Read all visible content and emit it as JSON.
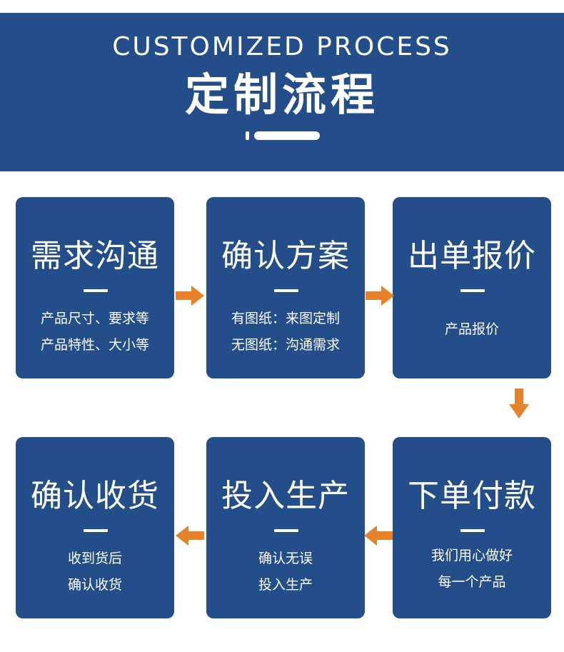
{
  "header": {
    "title_en": "CUSTOMIZED PROCESS",
    "title_cn": "定制流程"
  },
  "colors": {
    "card": "#244e8a",
    "arrow": "#e8822a",
    "text": "#ffffff"
  },
  "steps": [
    {
      "title": "需求沟通",
      "lines": [
        "产品尺寸、要求等",
        "产品特性、大小等"
      ]
    },
    {
      "title": "确认方案",
      "lines": [
        "有图纸：来图定制",
        "无图纸：沟通需求"
      ]
    },
    {
      "title": "出单报价",
      "lines": [
        "产品报价"
      ]
    },
    {
      "title": "下单付款",
      "lines": [
        "我们用心做好",
        "每一个产品"
      ]
    },
    {
      "title": "投入生产",
      "lines": [
        "确认无误",
        "投入生产"
      ]
    },
    {
      "title": "确认收货",
      "lines": [
        "收到货后",
        "确认收货"
      ]
    }
  ]
}
